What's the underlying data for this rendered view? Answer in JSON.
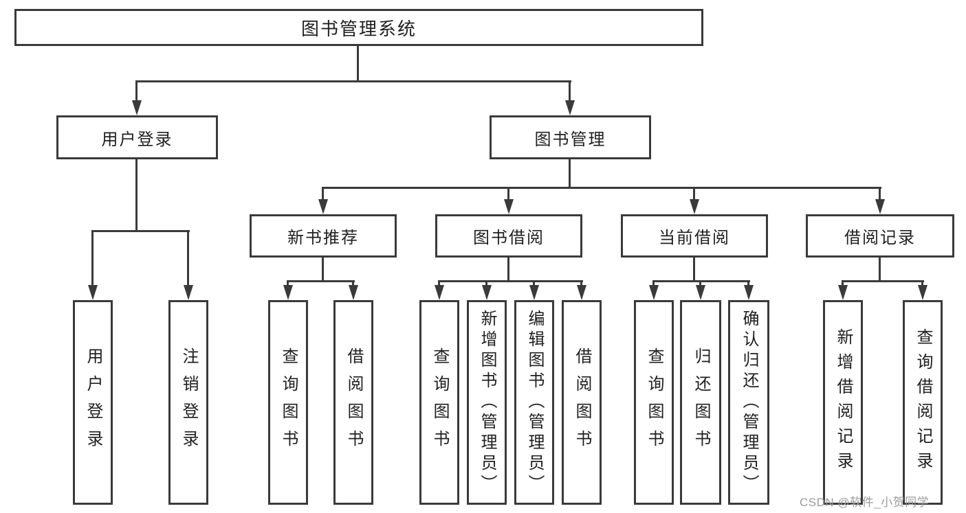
{
  "root": {
    "label": "图书管理系统"
  },
  "branches": [
    {
      "label": "用户登录",
      "children": [
        {
          "label": "用户登录"
        },
        {
          "label": "注销登录"
        }
      ]
    },
    {
      "label": "图书管理",
      "children": [
        {
          "label": "新书推荐",
          "children": [
            {
              "label": "查询图书"
            },
            {
              "label": "借阅图书"
            }
          ]
        },
        {
          "label": "图书借阅",
          "children": [
            {
              "label": "查询图书"
            },
            {
              "label": "新增图书（管理员）"
            },
            {
              "label": "编辑图书（管理员）"
            },
            {
              "label": "借阅图书"
            }
          ]
        },
        {
          "label": "当前借阅",
          "children": [
            {
              "label": "查询图书"
            },
            {
              "label": "归还图书"
            },
            {
              "label": "确认归还（管理员）"
            }
          ]
        },
        {
          "label": "借阅记录",
          "children": [
            {
              "label": "新增借阅记录"
            },
            {
              "label": "查询借阅记录"
            }
          ]
        }
      ]
    }
  ],
  "watermark": {
    "text": "CSDN @软件_小贺同学"
  },
  "colors": {
    "line": "#3a3a3a",
    "text": "#1f1f1f",
    "watermark": "#9b9b9b",
    "background": "#ffffff"
  }
}
